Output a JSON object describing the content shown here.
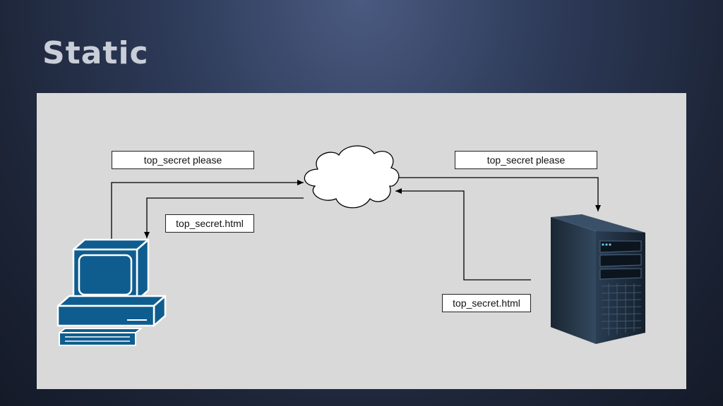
{
  "slide": {
    "title": "Static"
  },
  "diagram": {
    "labels": {
      "client_request": "top_secret please",
      "server_request": "top_secret please",
      "client_response": "top_secret.html",
      "server_response": "top_secret.html"
    },
    "icons": [
      "desktop-computer-icon",
      "cloud-icon",
      "server-tower-icon"
    ],
    "colors": {
      "panel": "#d9d9d9",
      "computer": "#0f5d8f",
      "server": "#1d2b3a"
    }
  }
}
